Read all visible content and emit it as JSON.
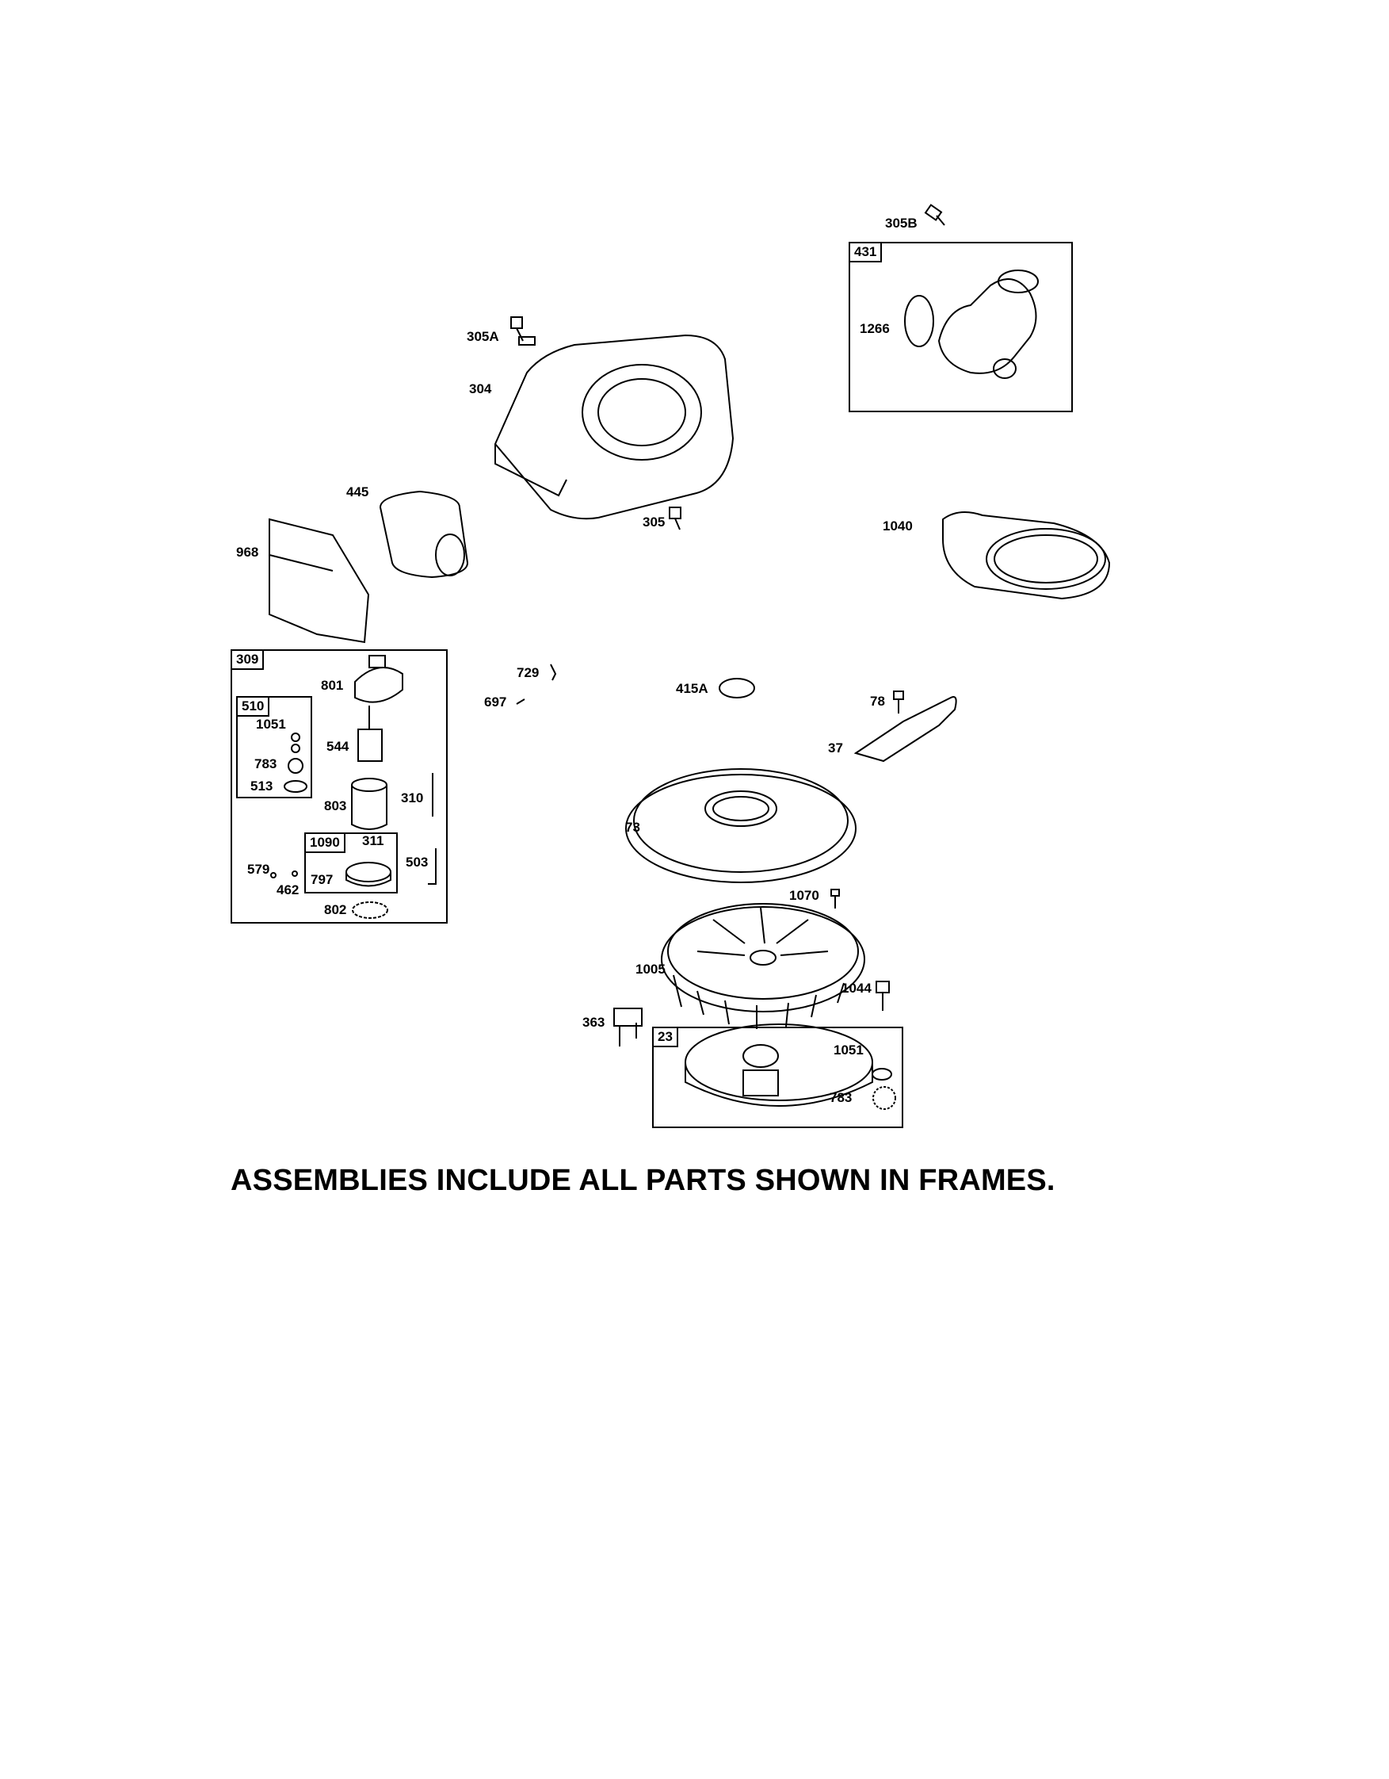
{
  "caption": "ASSEMBLIES INCLUDE ALL PARTS SHOWN IN FRAMES.",
  "frames": {
    "f431": "431",
    "f309": "309",
    "f510": "510",
    "f1090": "1090",
    "f23": "23"
  },
  "parts": {
    "p305B": "305B",
    "p1266": "1266",
    "p305A": "305A",
    "p304": "304",
    "p445": "445",
    "p305": "305",
    "p968": "968",
    "p1040": "1040",
    "p729": "729",
    "p697": "697",
    "p415A": "415A",
    "p78": "78",
    "p37": "37",
    "p73": "73",
    "p1070": "1070",
    "p1005": "1005",
    "p1044": "1044",
    "p363": "363",
    "p1051b": "1051",
    "p783b": "783",
    "p801": "801",
    "p1051a": "1051",
    "p783a": "783",
    "p513": "513",
    "p544": "544",
    "p803": "803",
    "p310": "310",
    "p311": "311",
    "p797": "797",
    "p503": "503",
    "p579": "579",
    "p462": "462",
    "p802": "802"
  }
}
